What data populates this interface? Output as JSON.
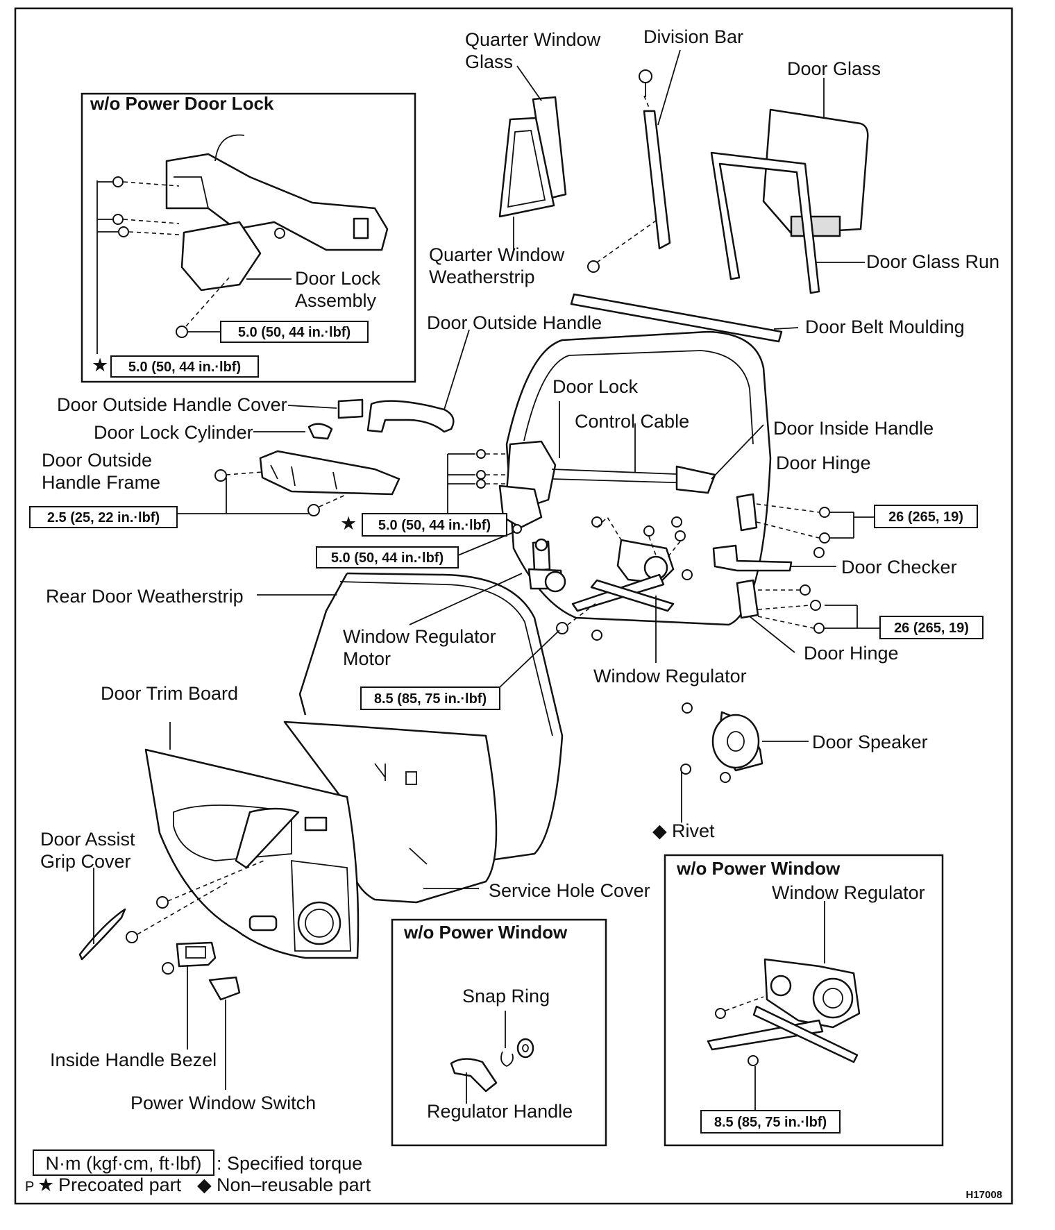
{
  "diagram_code": "H17008",
  "labels": {
    "quarter_window_glass": [
      "Quarter Window",
      "Glass"
    ],
    "division_bar": "Division Bar",
    "door_glass": "Door Glass",
    "quarter_window_weatherstrip": [
      "Quarter Window",
      "Weatherstrip"
    ],
    "door_glass_run": "Door Glass Run",
    "door_belt_moulding": "Door Belt Moulding",
    "door_outside_handle": "Door Outside Handle",
    "door_lock_assembly": [
      "Door Lock",
      "Assembly"
    ],
    "door_outside_handle_cover": "Door Outside Handle Cover",
    "door_lock_cylinder": "Door Lock Cylinder",
    "door_outside_handle_frame": [
      "Door Outside",
      "Handle Frame"
    ],
    "door_lock": "Door Lock",
    "control_cable": "Control Cable",
    "door_inside_handle": "Door Inside Handle",
    "door_hinge_upper": "Door Hinge",
    "door_checker": "Door Checker",
    "door_hinge_lower": "Door Hinge",
    "rear_door_weatherstrip": "Rear Door Weatherstrip",
    "window_regulator_motor": [
      "Window Regulator",
      "Motor"
    ],
    "window_regulator": "Window Regulator",
    "door_trim_board": "Door Trim Board",
    "door_speaker": "Door Speaker",
    "rivet": "Rivet",
    "door_assist_grip_cover": [
      "Door Assist",
      "Grip Cover"
    ],
    "service_hole_cover": "Service Hole Cover",
    "inside_handle_bezel": "Inside Handle Bezel",
    "power_window_switch": "Power Window Switch",
    "snap_ring": "Snap Ring",
    "regulator_handle": "Regulator Handle",
    "inset_window_regulator": "Window Regulator"
  },
  "insets": {
    "power_door_lock": "w/o Power Door Lock",
    "power_window_handle": "w/o Power Window",
    "power_window_regulator": "w/o Power Window"
  },
  "torques": {
    "lock_assy_inset": "5.0 (50, 44 in.·lbf)",
    "lock_inset_star": "5.0 (50, 44 in.·lbf)",
    "handle_frame": "2.5 (25, 22 in.·lbf)",
    "door_lock_star": "5.0 (50, 44 in.·lbf)",
    "door_lock_lower": "5.0 (50, 44 in.·lbf)",
    "hinge_upper": "26 (265, 19)",
    "hinge_lower": "26 (265, 19)",
    "regulator": "8.5 (85, 75 in.·lbf)",
    "manual_regulator": "8.5 (85, 75 in.·lbf)"
  },
  "legend": {
    "unit_box": "N·m (kgf·cm, ft·lbf)",
    "unit_desc": ": Specified torque",
    "precoated_prefix": "P",
    "precoated": "Precoated part",
    "nonreusable": "Non–reusable part"
  },
  "symbols": {
    "precoated": "★",
    "nonreusable": "◆"
  }
}
